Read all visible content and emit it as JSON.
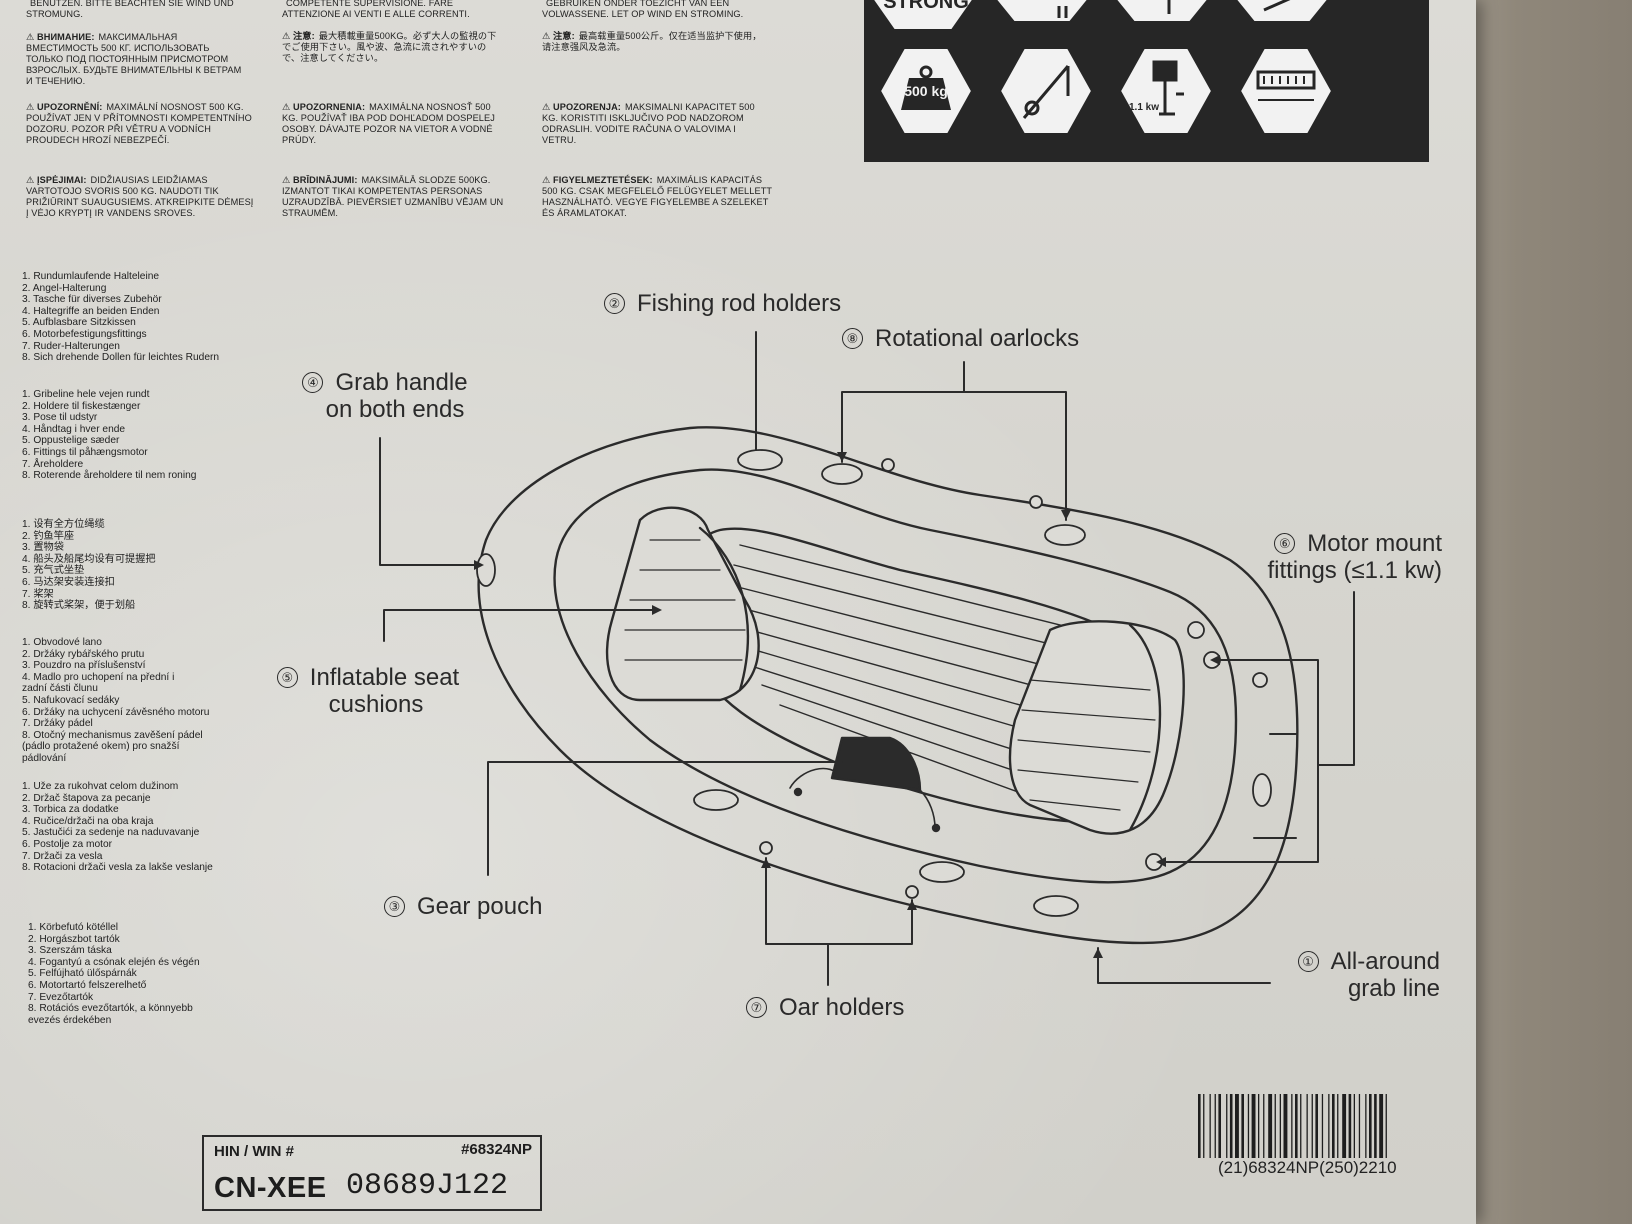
{
  "warnings": [
    {
      "mark": "",
      "text": "BENUTZEN. BITTE BEACHTEN SIE WIND UND STROMUNG."
    },
    {
      "mark": "",
      "text": "COMPETENTE SUPERVISIONE. FARE ATTENZIONE AI VENTI E ALLE CORRENTI."
    },
    {
      "mark": "",
      "text": "GEBRUIKEN ONDER TOEZICHT VAN EEN VOLWASSENE. LET OP WIND EN STROMING."
    },
    {
      "mark": "⚠ ВНИМАНИЕ:",
      "text": "МАКСИМАЛЬНАЯ ВМЕСТИМОСТЬ 500 КГ. ИСПОЛЬЗОВАТЬ ТОЛЬКО ПОД ПОСТОЯННЫМ ПРИСМОТРОМ ВЗРОСЛЫХ. БУДЬТЕ ВНИМАТЕЛЬНЫ К ВЕТРАМ И ТЕЧЕНИЮ."
    },
    {
      "mark": "⚠ 注意:",
      "text": "最大積載重量500KG。必ず大人の監視の下でご使用下さい。風や波、急流に流されやすいので、注意してください。"
    },
    {
      "mark": "⚠ 注意:",
      "text": "最高载重量500公斤。仅在适当监护下使用，请注意强风及急流。"
    },
    {
      "mark": "⚠ UPOZORNĚNÍ:",
      "text": "MAXIMÁLNÍ NOSNOST 500 KG. POUŽÍVAT JEN V PŘÍTOMNOSTI KOMPETENTNÍHO DOZORU. POZOR PŘI VĚTRU A VODNÍCH PROUDECH HROZÍ NEBEZPEČÍ."
    },
    {
      "mark": "⚠ UPOZORNENIA:",
      "text": "MAXIMÁLNA NOSNOSŤ 500 KG. POUŽÍVAŤ IBA POD DOHĽADOM DOSPELEJ OSOBY. DÁVAJTE POZOR NA VIETOR A VODNÉ PRÚDY."
    },
    {
      "mark": "⚠ UPOZORENJA:",
      "text": "MAKSIMALNI KAPACITET 500 KG. KORISTITI ISKLJUČIVO POD NADZOROM ODRASLIH. VODITE RAČUNA O VALOVIMA I VETRU."
    },
    {
      "mark": "⚠ ĮSPĖJIMAI:",
      "text": "DIDŽIAUSIAS LEIDŽIAMAS VARTOTOJO SVORIS 500 KG. NAUDOTI TIK PRIŽIŪRINT SUAUGUSIEMS. ATKREIPKITE DĖMESĮ Į VĖJO KRYPTĮ IR VANDENS SROVES."
    },
    {
      "mark": "⚠ BRĪDINĀJUMI:",
      "text": "MAKSIMĀLĀ SLODZE 500KG. IZMANTOT TIKAI KOMPETENTAS PERSONAS UZRAUDZĪBĀ. PIEVĒRSIET UZMANĪBU VĒJAM UN STRAUMĒM."
    },
    {
      "mark": "⚠ FIGYELMEZTETÉSEK:",
      "text": "MAXIMÁLIS KAPACITÁS 500 KG. CSAK MEGFELELŐ FELÜGYELET MELLETT HASZNÁLHATÓ. VEGYE FIGYELEMBE A SZELEKET ÉS ÁRAMLATOKAT."
    }
  ],
  "icons": {
    "top_label": "STRONG",
    "weight": "500 kg",
    "motor": "1.1 kw"
  },
  "lists": [
    [
      "1. Rundumlaufende Halteleine",
      "2. Angel-Halterung",
      "3. Tasche für diverses Zubehör",
      "4. Haltegriffe an beiden Enden",
      "5. Aufblasbare Sitzkissen",
      "6. Motorbefestigungsfittings",
      "7. Ruder-Halterungen",
      "8. Sich drehende Dollen für leichtes Rudern"
    ],
    [
      "1. Gribeline hele vejen rundt",
      "2. Holdere til fiskestænger",
      "3. Pose til udstyr",
      "4. Håndtag i hver ende",
      "5. Oppustelige sæder",
      "6. Fittings til påhængsmotor",
      "7. Åreholdere",
      "8. Roterende åreholdere til nem roning"
    ],
    [
      "1. 设有全方位绳缆",
      "2. 钓鱼竿座",
      "3. 置物袋",
      "4. 船头及船尾均设有可提握把",
      "5. 充气式坐垫",
      "6. 马达架安装连接扣",
      "7. 桨架",
      "8. 旋转式桨架，便于划船"
    ],
    [
      "1. Obvodové lano",
      "2. Držáky rybářského prutu",
      "3. Pouzdro na příslušenství",
      "4. Madlo pro uchopení na přední i",
      "   zadní části člunu",
      "5. Nafukovací sedáky",
      "6. Držáky na uchycení závěsného motoru",
      "7. Držáky pádel",
      "8. Otočný mechanismus zavěšení pádel",
      "   (pádlo protažené okem) pro snažší",
      "   pádlování"
    ],
    [
      "1. Uže za rukohvat celom dužinom",
      "2. Držač štapova za pecanje",
      "3. Torbica za dodatke",
      "4. Ručice/držači na oba kraja",
      "5. Jastučići za sedenje na naduvavanje",
      "6. Postolje za motor",
      "7. Držači za vesla",
      "8. Rotacioni držači vesla za lakše veslanje"
    ],
    [
      "1. Körbefutó kötéllel",
      "2. Horgászbot tartók",
      "3. Szerszám táska",
      "4. Fogantyú a csónak elején és végén",
      "5. Felfújható ülőspárnák",
      "6. Motortartó felszerelhető",
      "7. Evezőtartók",
      "8. Rotációs evezőtartók, a könnyebb",
      "   evezés érdekében"
    ]
  ],
  "labels": {
    "l1": {
      "num": "①",
      "line1": "All-around",
      "line2": "grab line"
    },
    "l2": {
      "num": "②",
      "line1": "Fishing rod holders"
    },
    "l3": {
      "num": "③",
      "line1": "Gear pouch"
    },
    "l4": {
      "num": "④",
      "line1": "Grab handle",
      "line2": "on both ends"
    },
    "l5": {
      "num": "⑤",
      "line1": "Inflatable seat",
      "line2": "cushions"
    },
    "l6": {
      "num": "⑥",
      "line1": "Motor mount",
      "line2": "fittings (≤1.1 kw)"
    },
    "l7": {
      "num": "⑦",
      "line1": "Oar holders"
    },
    "l8": {
      "num": "⑧",
      "line1": "Rotational oarlocks"
    }
  },
  "hin": {
    "label": "HIN / WIN #",
    "model": "#68324NP",
    "code": "CN-XEE",
    "serial": "08689J122"
  },
  "barcode": {
    "text": "(21)68324NP(250)2210"
  }
}
